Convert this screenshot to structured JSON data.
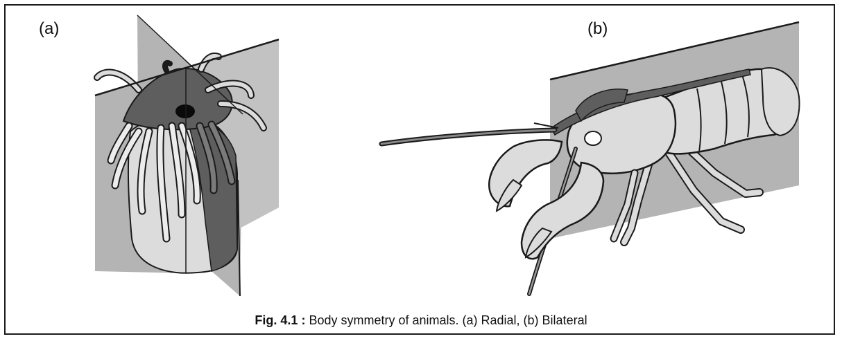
{
  "figure": {
    "panel_a_label": "(a)",
    "panel_b_label": "(b)",
    "caption_label": "Fig. 4.1 :",
    "caption_text": "Body symmetry of animals. (a) Radial, (b) Bilateral"
  },
  "colors": {
    "plane_gray": "#b4b4b4",
    "dark_gray": "#5e5e5e",
    "body_light": "#dcdcdc",
    "outline": "#1a1a1a"
  }
}
